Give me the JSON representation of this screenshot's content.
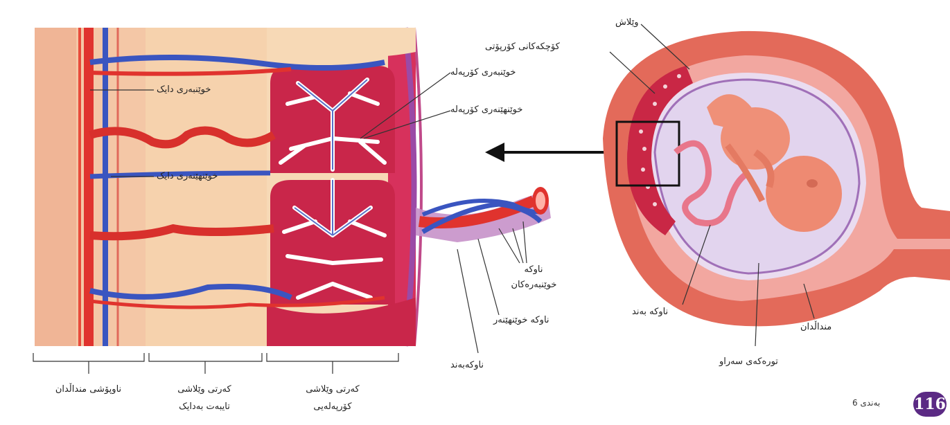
{
  "labels": {
    "placenta": "وێلاش",
    "fetal_capillaries": "کۆچکەکانی کۆرپۆتی",
    "fetal_artery": "خوێنبەری کۆرپەلە",
    "fetal_vein": "خوێنهێنەری کۆرپەلە",
    "maternal_artery": "خوێنبەری دایک",
    "maternal_vein": "خوێنهێنەری دایک",
    "umbilical_arteries_1": "ناوکە",
    "umbilical_arteries_2": "خوێنبەرەکان",
    "umbilical_vein": "ناوکە خوێنهێنەر",
    "umbilical_cord_left": "ناوکەبەند",
    "umbilical_cord_right": "ناوکە بەند",
    "amniotic_sac": "تورەکەی سەراو",
    "uterus": "منداڵدان",
    "uterine_lining": "ناوپۆشی منداڵدان",
    "maternal_part_1": "کەرتی وێلاشی",
    "maternal_part_2": "تایبەت بەدایک",
    "fetal_part_1": "کەرتی وێلاشی",
    "fetal_part_2": "کۆرپەلەیی"
  },
  "footer": {
    "page_number": "116",
    "section": "بەندی 6"
  }
}
